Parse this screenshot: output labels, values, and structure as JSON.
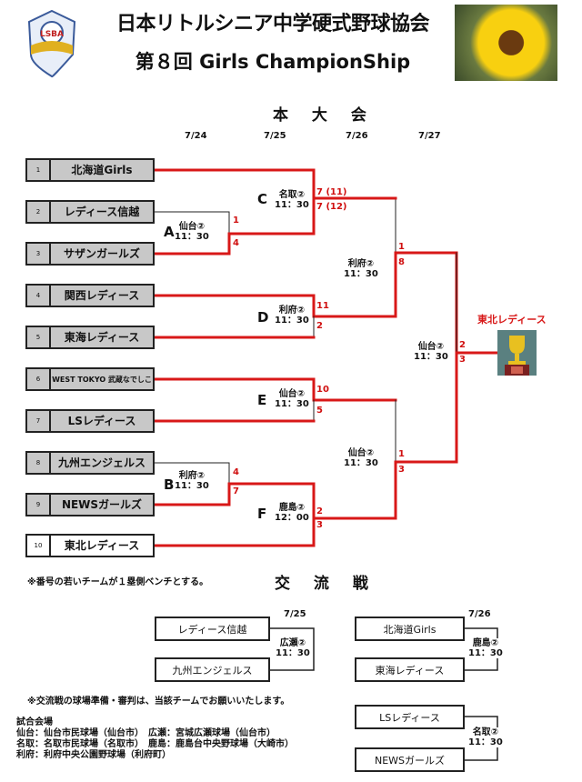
{
  "header": {
    "title": "日本リトルシニア中学硬式野球協会",
    "subtitle": "第８回 Girls ChampionShip",
    "logo_text": "LSBA"
  },
  "main_section": "本 大 会",
  "dates": [
    "7/24",
    "7/25",
    "7/26",
    "7/27"
  ],
  "teams": [
    {
      "num": "1",
      "name": "北海道Girls"
    },
    {
      "num": "2",
      "name": "レディース信越"
    },
    {
      "num": "3",
      "name": "サザンガールズ"
    },
    {
      "num": "4",
      "name": "関西レディース"
    },
    {
      "num": "5",
      "name": "東海レディース"
    },
    {
      "num": "6",
      "name": "WEST TOKYO 武蔵なでしこ"
    },
    {
      "num": "7",
      "name": "LSレディース"
    },
    {
      "num": "8",
      "name": "九州エンジェルス"
    },
    {
      "num": "9",
      "name": "NEWSガールズ"
    },
    {
      "num": "10",
      "name": "東北レディース"
    }
  ],
  "games": {
    "A": {
      "label": "A",
      "venue": "仙台②",
      "time": "11：30",
      "scores": [
        "1",
        "4"
      ]
    },
    "B": {
      "label": "B",
      "venue": "利府②",
      "time": "11：30",
      "scores": [
        "4",
        "7"
      ]
    },
    "C": {
      "label": "C",
      "venue": "名取②",
      "time": "11：30",
      "scores": [
        "7 (11)",
        "7 (12)"
      ]
    },
    "D": {
      "label": "D",
      "venue": "利府②",
      "time": "11：30",
      "scores": [
        "11",
        "2"
      ]
    },
    "E": {
      "label": "E",
      "venue": "仙台②",
      "time": "11：30",
      "scores": [
        "10",
        "5"
      ]
    },
    "F": {
      "label": "F",
      "venue": "鹿島②",
      "time": "12：00",
      "scores": [
        "2",
        "3"
      ]
    },
    "SF1": {
      "venue": "利府②",
      "time": "11：30",
      "scores": [
        "1",
        "8"
      ]
    },
    "SF2": {
      "venue": "仙台②",
      "time": "11：30",
      "scores": [
        "1",
        "3"
      ]
    },
    "FINAL": {
      "venue": "仙台②",
      "time": "11：30",
      "scores": [
        "2",
        "3"
      ]
    }
  },
  "champion": "東北レディース",
  "bench_note": "※番号の若いチームが１塁側ベンチとする。",
  "exchange": {
    "title": "交 流 戦",
    "matches": [
      {
        "date": "7/25",
        "teams": [
          "レディース信越",
          "九州エンジェルス"
        ],
        "venue": "広瀬②",
        "time": "11：30"
      },
      {
        "date": "7/26",
        "teams": [
          "北海道Girls",
          "東海レディース"
        ],
        "venue": "鹿島②",
        "time": "11：30"
      },
      {
        "date": "",
        "teams": [
          "LSレディース",
          "NEWSガールズ"
        ],
        "venue": "名取②",
        "time": "11：30"
      }
    ],
    "note": "※交流戦の球場準備・審判は、当該チームでお願いいたします。"
  },
  "venues": {
    "title": "試合会場",
    "lines": [
      "仙台：仙台市民球場（仙台市）　広瀬：宮城広瀬球場（仙台市）",
      "名取：名取市民球場（名取市）　鹿島：鹿島台中央野球場（大崎市）",
      "利府：利府中央公園野球場（利府町）"
    ]
  },
  "colors": {
    "win": "#d81818",
    "line": "#222222",
    "box": "#c8c8c8"
  }
}
